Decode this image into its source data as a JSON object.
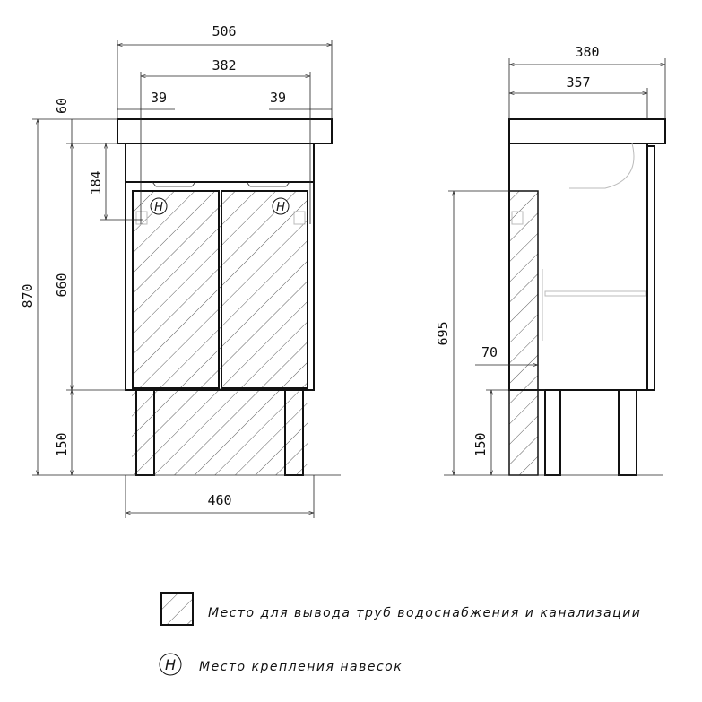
{
  "front_view": {
    "dims": {
      "overall_width": "506",
      "inner_width": "382",
      "left_offset": "39",
      "right_offset": "39",
      "top_thickness": "60",
      "total_height": "870",
      "drawer_height": "184",
      "body_height": "660",
      "leg_height": "150",
      "base_width": "460"
    },
    "marker_label": "H"
  },
  "side_view": {
    "dims": {
      "overall_depth": "380",
      "body_depth": "357",
      "pipe_zone_height": "695",
      "pipe_zone_width": "70",
      "leg_height": "150"
    }
  },
  "legend": {
    "items": [
      {
        "icon": "hatched-square-icon",
        "text": "Место для вывода труб водоснабжения и канализации"
      },
      {
        "icon": "circled-h-icon",
        "symbol": "H",
        "text": "Место крепления навесок"
      }
    ]
  }
}
